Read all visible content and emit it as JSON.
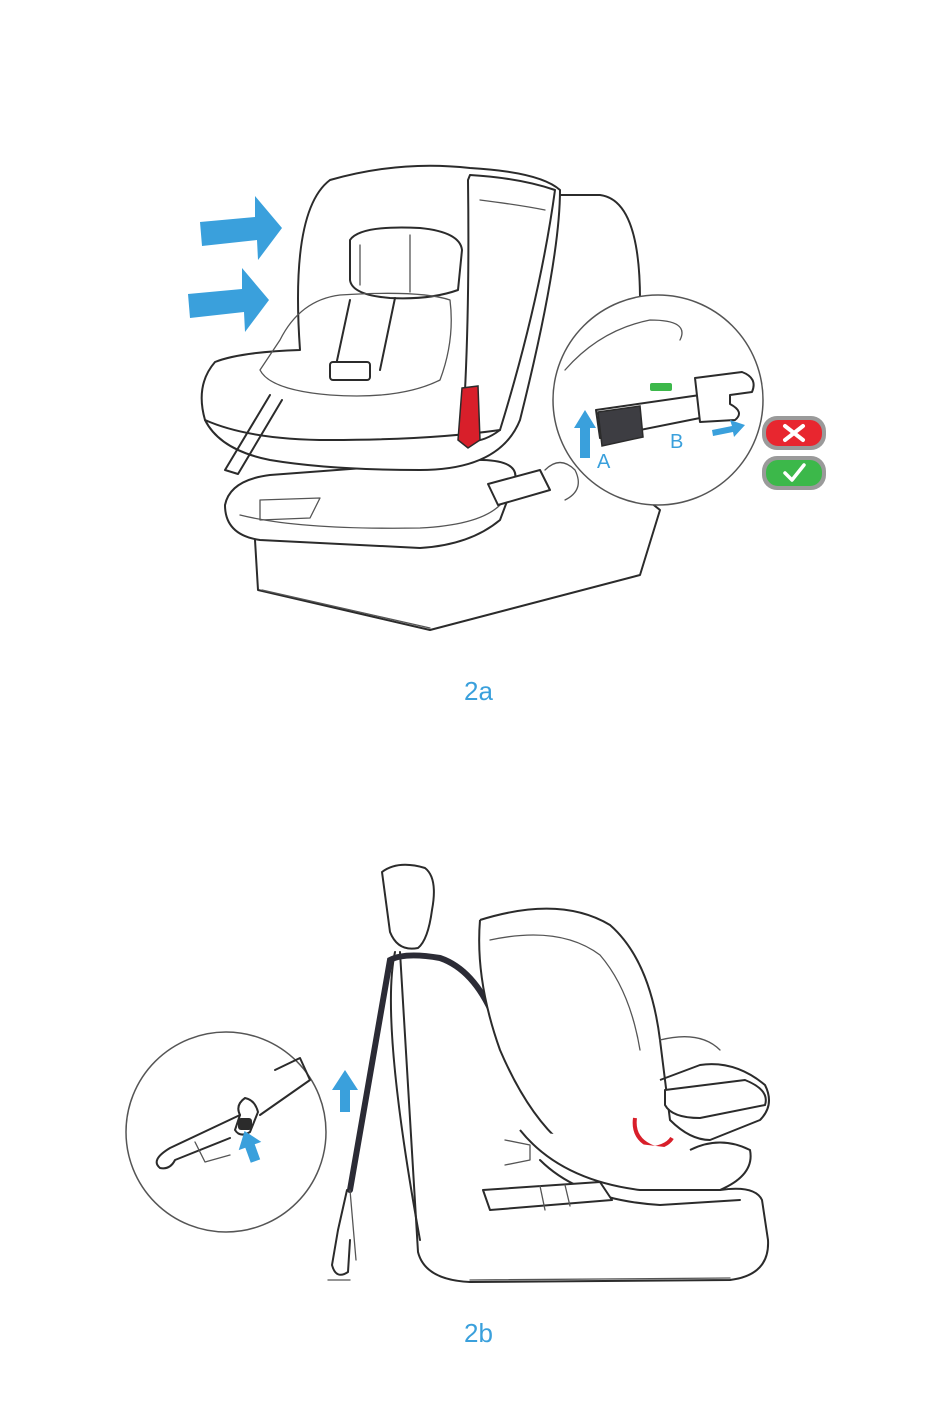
{
  "figures": {
    "fig_2a": {
      "caption": "2a",
      "detail_label_a": "A",
      "detail_label_b": "B",
      "status_wrong_icon": "cross-icon",
      "status_correct_icon": "check-icon"
    },
    "fig_2b": {
      "caption": "2b"
    }
  },
  "colors": {
    "accent": "#3aa0dc",
    "wrong": "#e8262f",
    "correct": "#3cb84a",
    "indicator_red": "#d81f2a",
    "indicator_green": "#3cb84a",
    "line": "#2b2b2b"
  }
}
